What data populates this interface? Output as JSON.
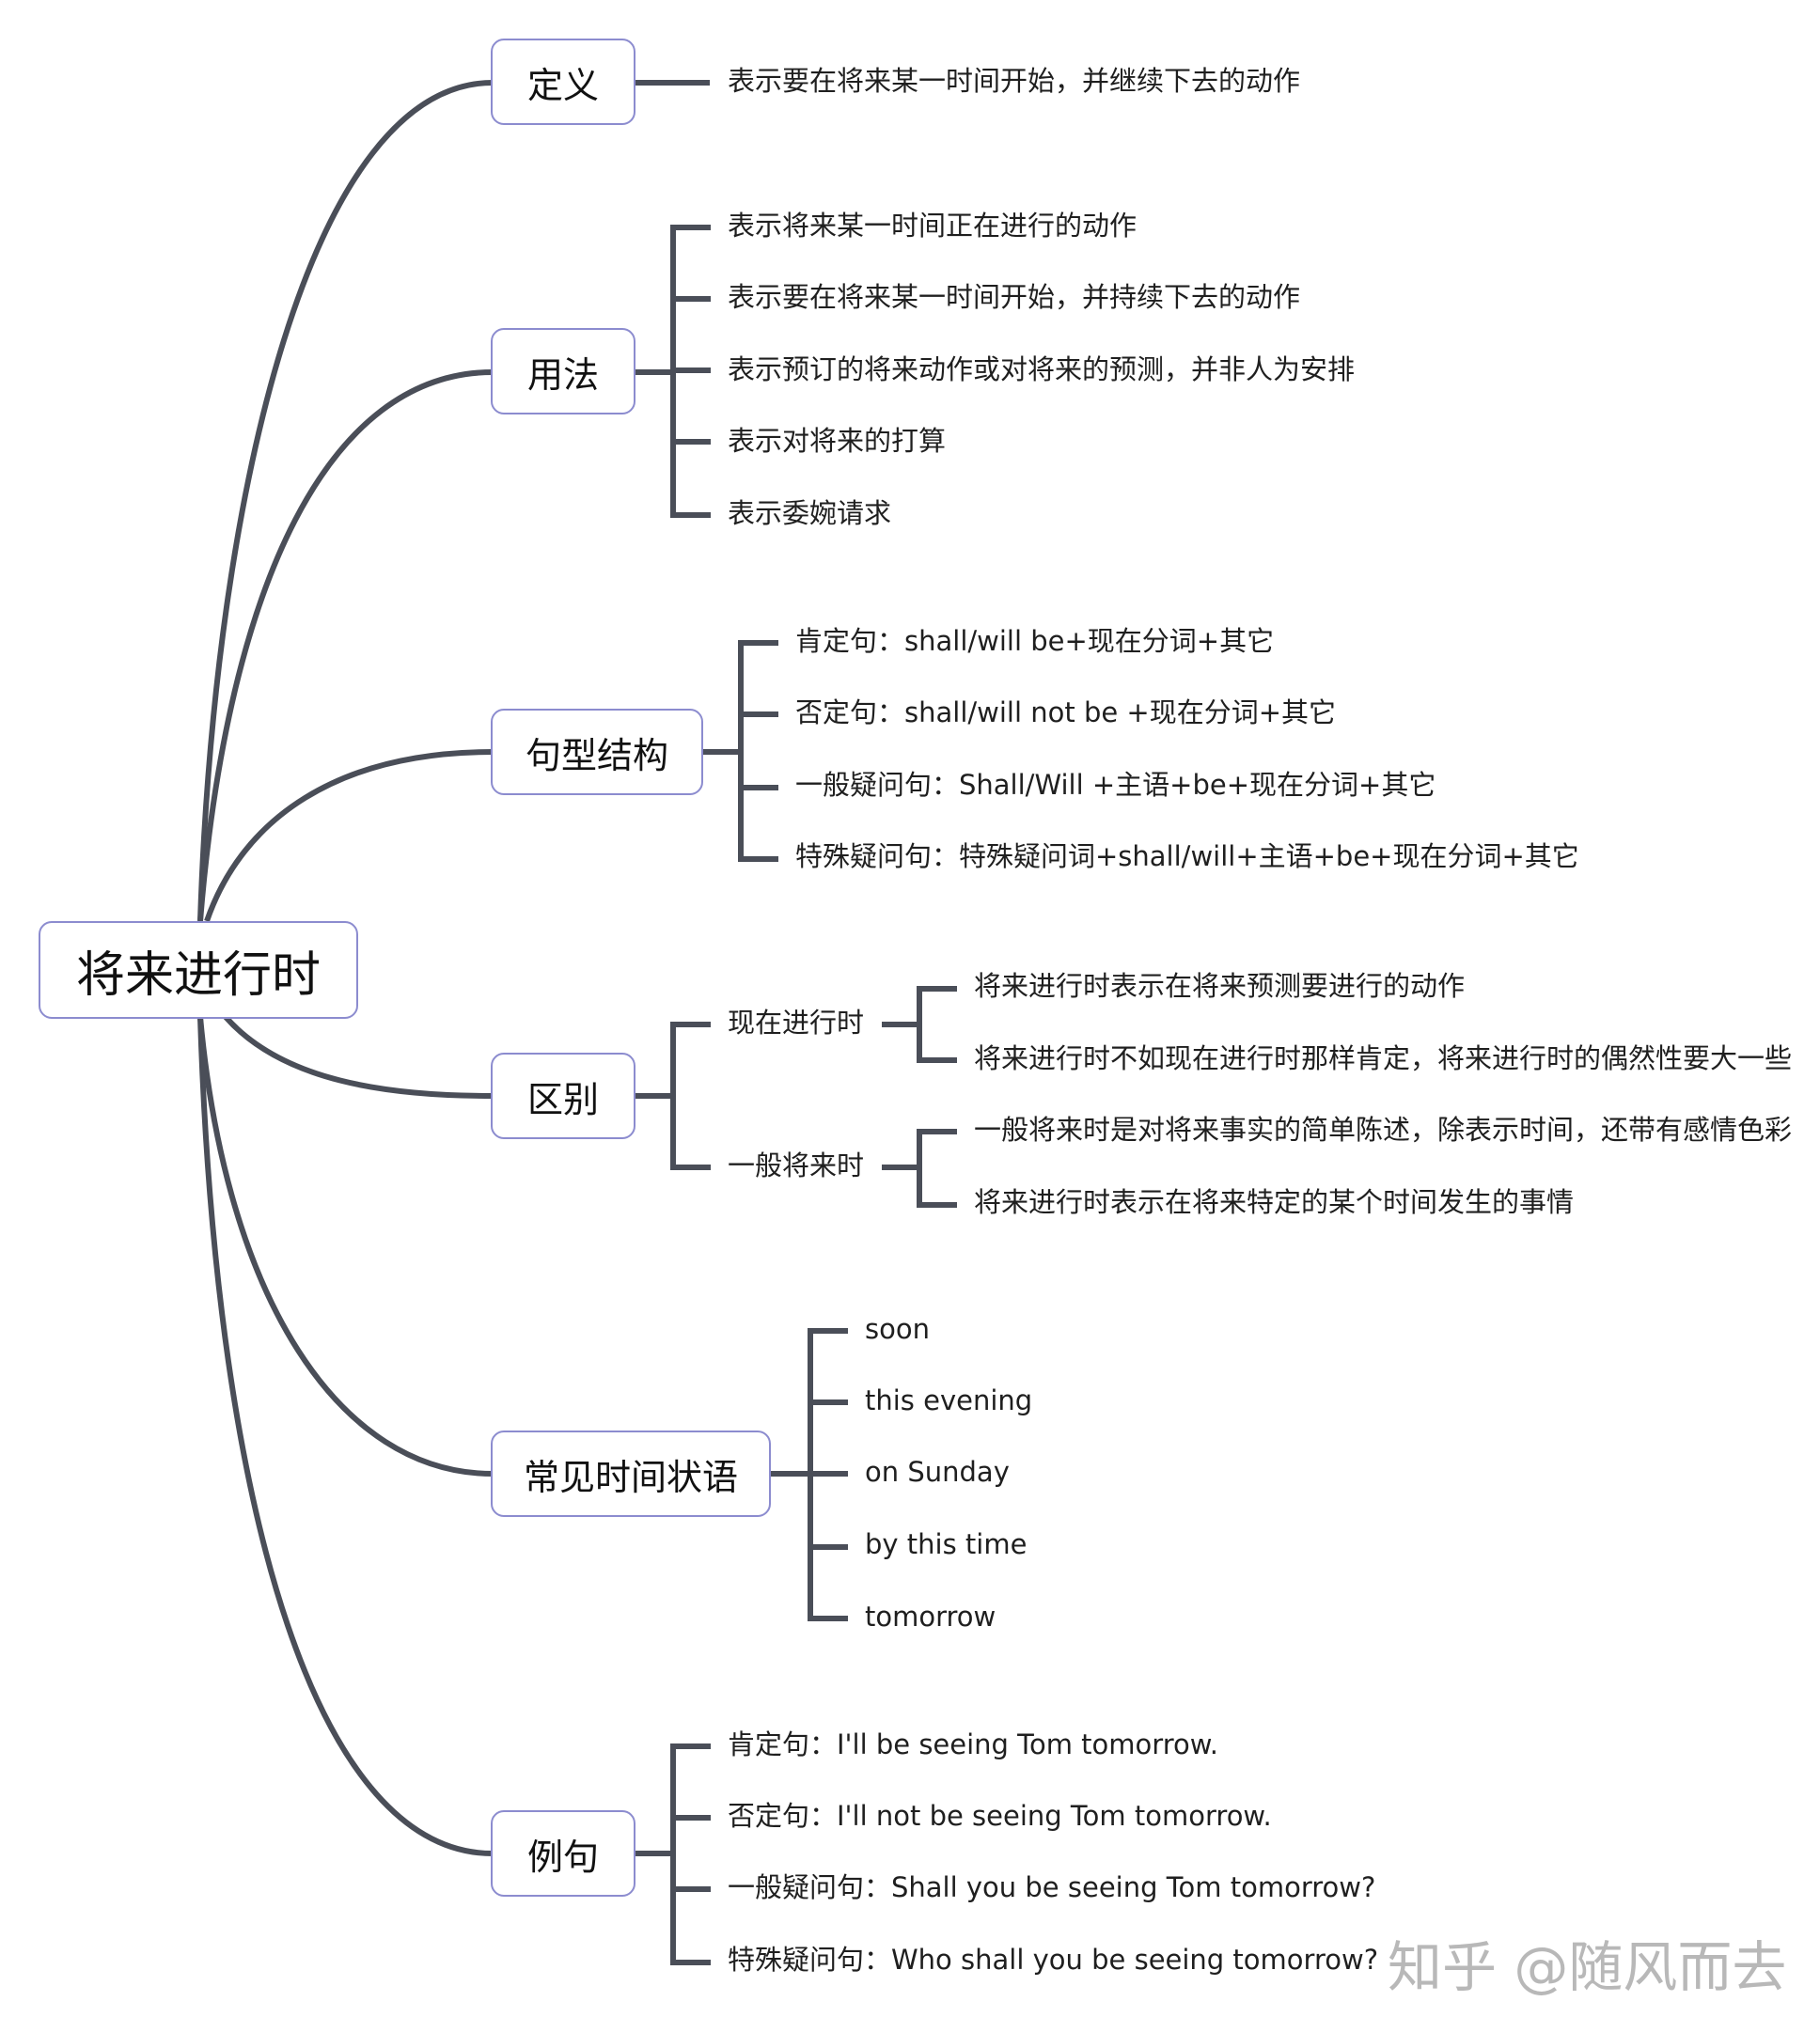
{
  "root": {
    "label": "将来进行时"
  },
  "branches": [
    {
      "label": "定义",
      "items": [
        "表示要在将来某一时间开始，并继续下去的动作"
      ]
    },
    {
      "label": "用法",
      "items": [
        "表示将来某一时间正在进行的动作",
        "表示要在将来某一时间开始，并持续下去的动作",
        "表示预订的将来动作或对将来的预测，并非人为安排",
        "表示对将来的打算",
        "表示委婉请求"
      ]
    },
    {
      "label": "句型结构",
      "items": [
        "肯定句：shall/will be+现在分词+其它",
        "否定句：shall/will not be +现在分词+其它",
        "一般疑问句：Shall/Will +主语+be+现在分词+其它",
        "特殊疑问句：特殊疑问词+shall/will+主语+be+现在分词+其它"
      ]
    },
    {
      "label": "区别",
      "groups": [
        {
          "label": "现在进行时",
          "items": [
            "将来进行时表示在将来预测要进行的动作",
            "将来进行时不如现在进行时那样肯定，将来进行时的偶然性要大一些"
          ]
        },
        {
          "label": "一般将来时",
          "items": [
            "一般将来时是对将来事实的简单陈述，除表示时间，还带有感情色彩",
            "将来进行时表示在将来特定的某个时间发生的事情"
          ]
        }
      ]
    },
    {
      "label": "常见时间状语",
      "items": [
        "soon",
        "this evening",
        "on Sunday",
        "by this time",
        "tomorrow"
      ]
    },
    {
      "label": "例句",
      "items": [
        "肯定句：I'll be seeing Tom tomorrow.",
        "否定句：I'll not be seeing Tom tomorrow.",
        "一般疑问句：Shall you be seeing Tom tomorrow?",
        "特殊疑问句：Who shall you be seeing tomorrow?"
      ]
    }
  ],
  "watermark": "知乎 @随风而去",
  "colors": {
    "line": "#4a4e58",
    "box_border": "#8c8ccf"
  }
}
